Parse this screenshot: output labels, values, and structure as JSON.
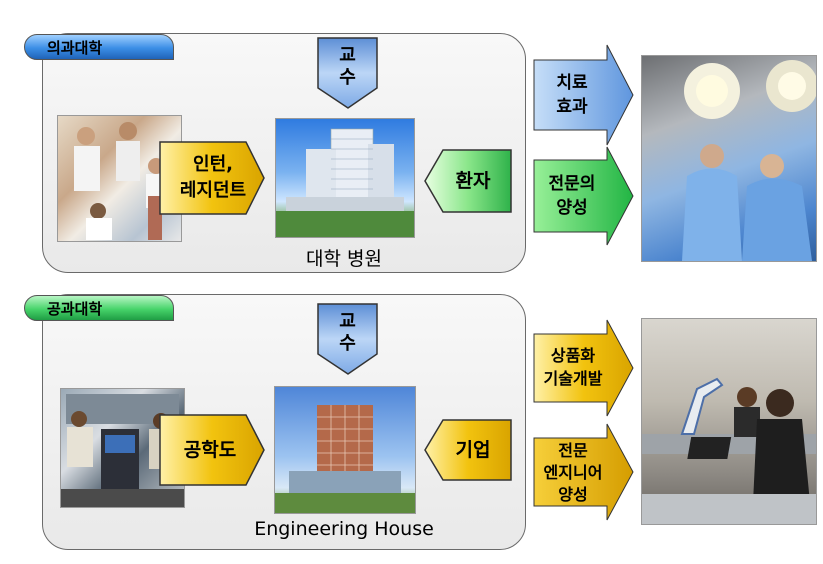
{
  "top": {
    "tab": "의과대학",
    "professor": [
      "교",
      "수"
    ],
    "intern": [
      "인턴,",
      "레지던트"
    ],
    "patient": "환자",
    "caption": "대학 병원",
    "out1": [
      "치료",
      "효과"
    ],
    "out2": [
      "전문의",
      "양성"
    ]
  },
  "bottom": {
    "tab": "공과대학",
    "professor": [
      "교",
      "수"
    ],
    "apprentice": "공학도",
    "company": "기업",
    "caption": "Engineering House",
    "out1": [
      "상품화",
      "기술개발"
    ],
    "out2": [
      "전문",
      "엔지니어",
      "양성"
    ]
  },
  "colors": {
    "yellow": "#f2c30f",
    "green": "#5cd65c",
    "blue": "#8ab8ee",
    "gold": "#e8b400"
  }
}
